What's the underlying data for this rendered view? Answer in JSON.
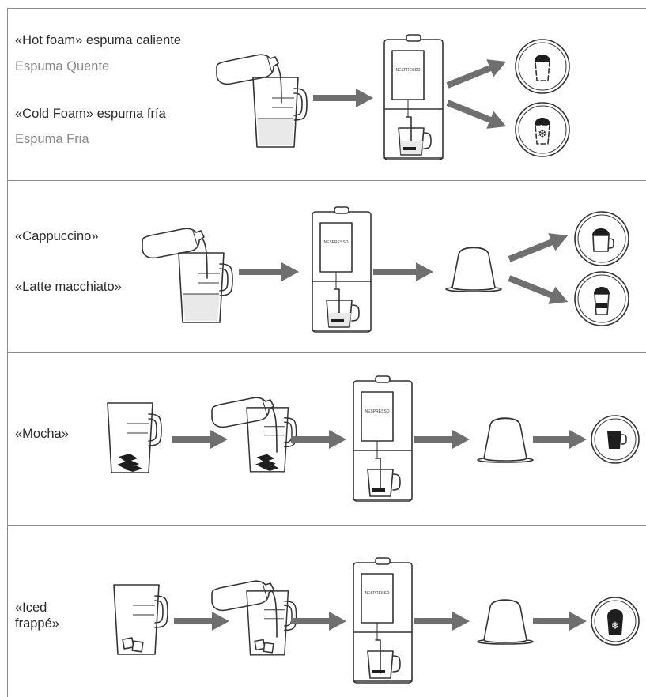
{
  "title": "Nespresso milk & coffee recipe steps",
  "rows": [
    {
      "id": "foam",
      "labels": [
        "«Hot foam» espuma caliente",
        "Espuma Quente",
        "«Cold Foam» espuma fría",
        "Espuma Fria"
      ],
      "steps": [
        "pour-milk",
        "machine"
      ],
      "outputs": [
        "hot-foam-icon",
        "cold-foam-icon"
      ]
    },
    {
      "id": "milk-coffee",
      "labels": [
        "«Cappuccino»",
        "«Latte macchiato»"
      ],
      "steps": [
        "pour-milk",
        "machine",
        "capsule"
      ],
      "outputs": [
        "cappuccino-icon",
        "latte-macchiato-icon"
      ]
    },
    {
      "id": "mocha",
      "labels": [
        "«Mocha»"
      ],
      "steps": [
        "chocolate-glass",
        "pour-milk",
        "machine",
        "capsule"
      ],
      "outputs": [
        "mocha-icon"
      ]
    },
    {
      "id": "iced",
      "labels": [
        "«Iced frappé»"
      ],
      "steps": [
        "ice-glass",
        "pour-milk",
        "machine",
        "capsule"
      ],
      "outputs": [
        "iced-frappe-icon"
      ]
    }
  ],
  "brand_text": "NESPRESSO",
  "colors": {
    "line": "#333333",
    "arrow": "#6f6f6f",
    "subtext": "#8a8a8a",
    "divider": "#8c8c8c"
  }
}
